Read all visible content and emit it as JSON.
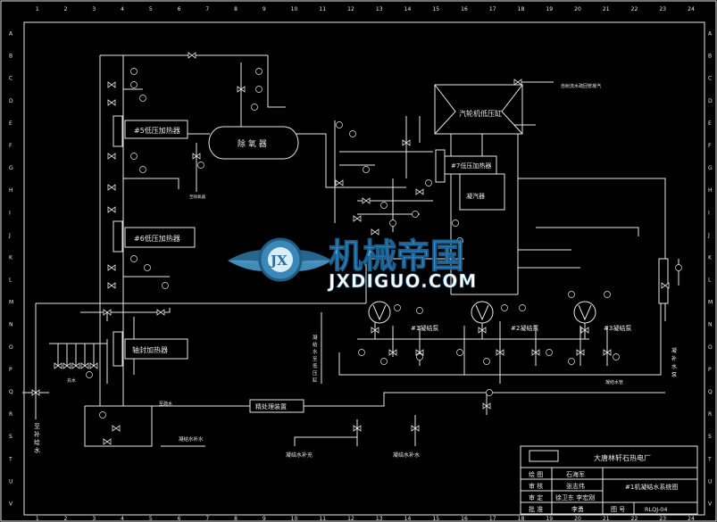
{
  "border": {
    "top_numbers": [
      "1",
      "2",
      "3",
      "4",
      "5",
      "6",
      "7",
      "8",
      "9",
      "10",
      "11",
      "12",
      "13",
      "14",
      "15",
      "16",
      "17",
      "18",
      "19",
      "20",
      "21",
      "22",
      "23",
      "24"
    ],
    "side_letters": [
      "A",
      "B",
      "C",
      "D",
      "E",
      "F",
      "G",
      "H",
      "I",
      "J",
      "K",
      "L",
      "M",
      "N",
      "O",
      "P",
      "Q",
      "R",
      "S",
      "T",
      "U",
      "V"
    ]
  },
  "equipment": {
    "hp5": "#5低压加热器",
    "hp6": "#6低压加热器",
    "deaerator": "除 氧 器",
    "turbine": "汽轮机低压缸",
    "hp7": "#7低压加热器",
    "condenser": "凝汽器",
    "gland": "轴封加热器",
    "pump1": "#1凝结泵",
    "pump2": "#2凝结泵",
    "pump3": "#3凝结泵",
    "polisher": "精处理装置"
  },
  "labels": {
    "top_right_note": "自射流水疏回管凝汽",
    "to_deaerator_note": "至除氧器",
    "left_vertical": "至补给水",
    "makeup1": "凝结水补充",
    "makeup2": "凝结水补水",
    "bottom_left": "凝结水补水",
    "right_vertical": "凝补水泵",
    "hotwell_vertical": "凝结水至低压缸",
    "bypass": "至疏水",
    "fill": "充水",
    "drain_line": "凝结水管"
  },
  "watermark": {
    "brand": "机械帝国",
    "site": "JXDIGUO.COM",
    "emblem": "JX"
  },
  "title_block": {
    "company": "大唐林轩石热电厂",
    "drawing_title": "#1机凝结水系统图",
    "rows": [
      {
        "role": "绘 图",
        "name": "石海军"
      },
      {
        "role": "审 核",
        "name": "张志伟"
      },
      {
        "role": "审 定",
        "name": "徐卫东 李宏刚"
      },
      {
        "role": "批 准",
        "name": "李勇"
      }
    ],
    "drawing_no_label": "图 号",
    "drawing_no": "RLQJ-04"
  }
}
